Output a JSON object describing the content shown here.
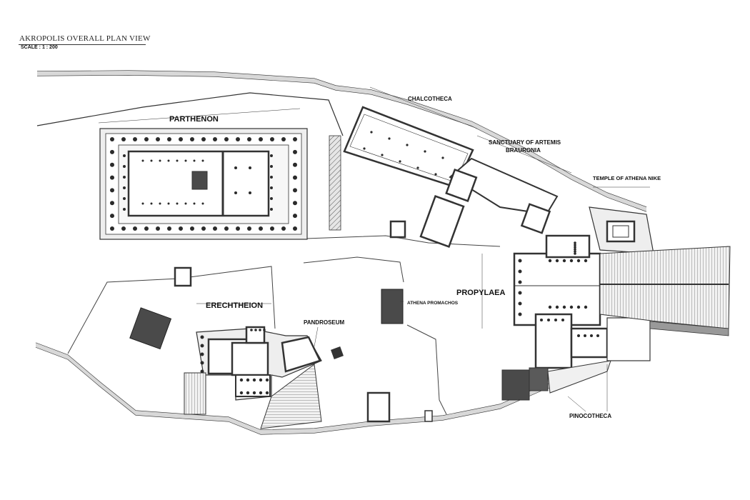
{
  "header": {
    "title": "AKROPOLIS OVERALL PLAN VIEW",
    "scale": "SCALE : 1 : 200"
  },
  "labels": {
    "parthenon": "PARTHENON",
    "chalcotheca": "CHALCOTHECA",
    "artemis_1": "SANCTUARY OF ARTEMIS",
    "artemis_2": "BRAURONIA",
    "athena_nike": "TEMPLE OF ATHENA NIKE",
    "propylaea": "PROPYLAEA",
    "athena_promachos": "ATHENA PROMACHOS",
    "erechtheion": "ERECHTHEION",
    "pandroseum": "PANDROSEUM",
    "pinocotheca": "PINOCOTHECA"
  },
  "colors": {
    "line": "#333333",
    "wall_fill": "#e8e8e8",
    "dark_fill": "#4a4a4a",
    "column": "#2a2a2a"
  }
}
